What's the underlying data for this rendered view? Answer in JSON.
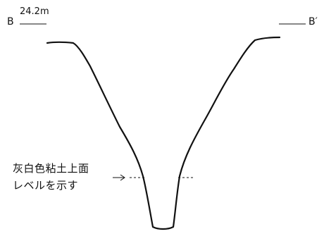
{
  "figure": {
    "section_start_label": "B",
    "section_end_label": "B′",
    "elevation_label": "24.2m",
    "annotation_line1": "灰白色粘土上面",
    "annotation_line2": "レベルを示す",
    "ink_color": "#111111"
  }
}
